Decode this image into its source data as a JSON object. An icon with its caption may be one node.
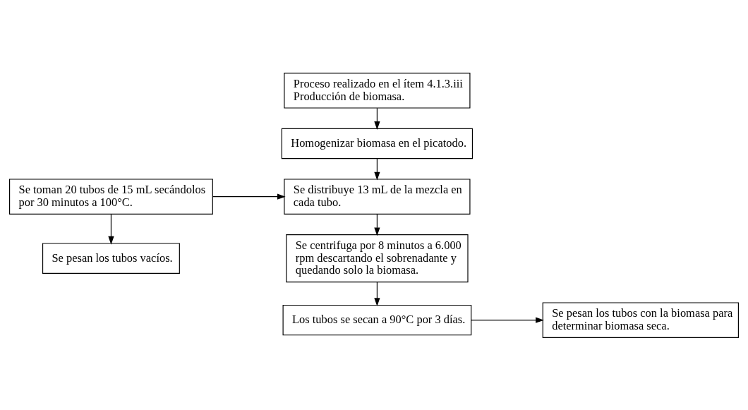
{
  "diagram": {
    "nodes": [
      {
        "text": [
          "Proceso realizado en el ítem 4.1.3.iii Producción de biomasa."
        ]
      },
      {
        "text": [
          "Homogenizar biomasa en el picatodo."
        ]
      },
      {
        "text": [
          "Se distribuye 13 mL de la mezcla en cada tubo."
        ]
      },
      {
        "text": [
          "Se toman 20 tubos de 15 mL secándolos por 30 minutos a 100°C."
        ]
      },
      {
        "text": [
          "Se pesan los tubos vacíos."
        ]
      },
      {
        "text": [
          "Se centrifuga por 8 minutos a 6.000 rpm descartando el sobrenadante y quedando solo la biomasa."
        ]
      },
      {
        "text": [
          "Los tubos se secan a 90°C por 3 días."
        ]
      },
      {
        "text": [
          "Se pesan los tubos con la biomasa para determinar biomasa seca."
        ]
      }
    ],
    "edges": [
      {
        "from": 0,
        "to": 1,
        "arrow": "to"
      },
      {
        "from": 1,
        "to": 2,
        "arrow": "to"
      },
      {
        "from": 3,
        "to": 2,
        "arrow": "to"
      },
      {
        "from": 3,
        "to": 4,
        "arrow": "to"
      },
      {
        "from": 2,
        "to": 5,
        "arrow": "to"
      },
      {
        "from": 5,
        "to": 6,
        "arrow": "to"
      },
      {
        "from": 6,
        "to": 7,
        "arrow": "to"
      }
    ]
  }
}
